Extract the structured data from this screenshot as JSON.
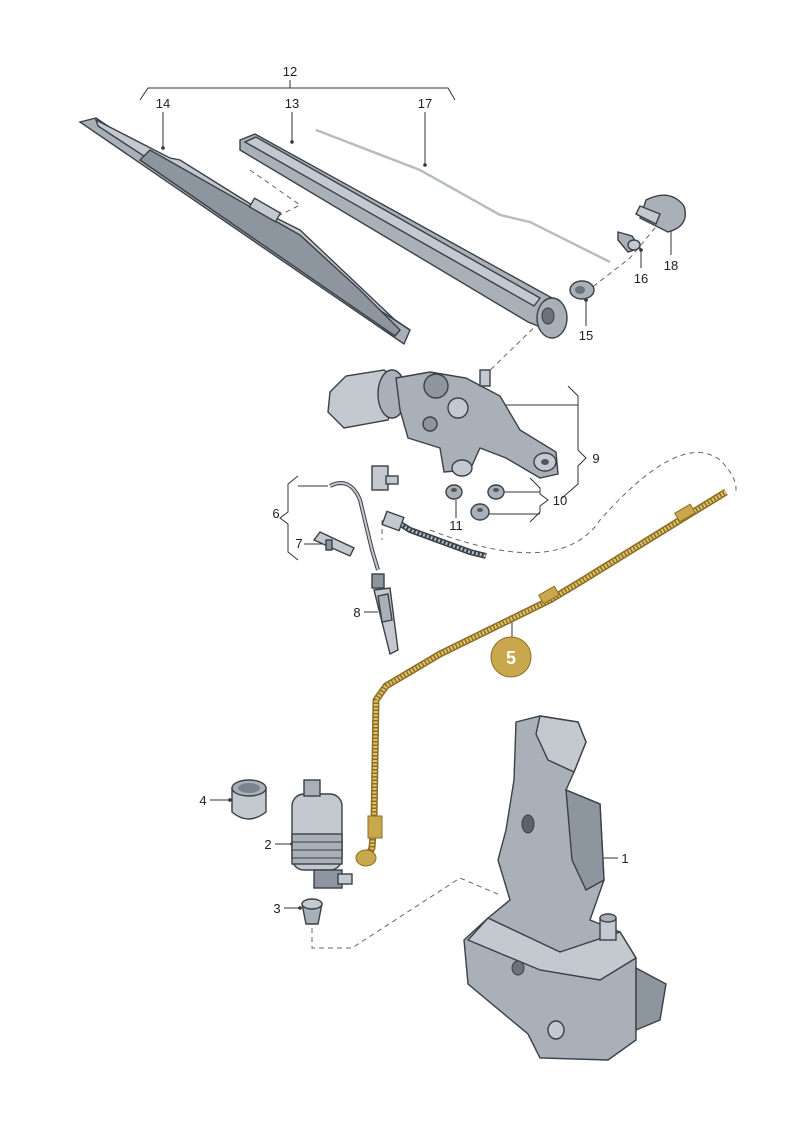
{
  "diagram": {
    "callouts": [
      {
        "id": "1",
        "label": "1"
      },
      {
        "id": "2",
        "label": "2"
      },
      {
        "id": "3",
        "label": "3"
      },
      {
        "id": "4",
        "label": "4"
      },
      {
        "id": "6",
        "label": "6"
      },
      {
        "id": "7",
        "label": "7"
      },
      {
        "id": "8",
        "label": "8"
      },
      {
        "id": "9",
        "label": "9"
      },
      {
        "id": "10",
        "label": "10"
      },
      {
        "id": "11",
        "label": "11"
      },
      {
        "id": "12",
        "label": "12"
      },
      {
        "id": "13",
        "label": "13"
      },
      {
        "id": "14",
        "label": "14"
      },
      {
        "id": "15",
        "label": "15"
      },
      {
        "id": "16",
        "label": "16"
      },
      {
        "id": "17",
        "label": "17"
      },
      {
        "id": "18",
        "label": "18"
      }
    ],
    "highlight": {
      "label": "5",
      "color": "#c9a74c"
    }
  }
}
